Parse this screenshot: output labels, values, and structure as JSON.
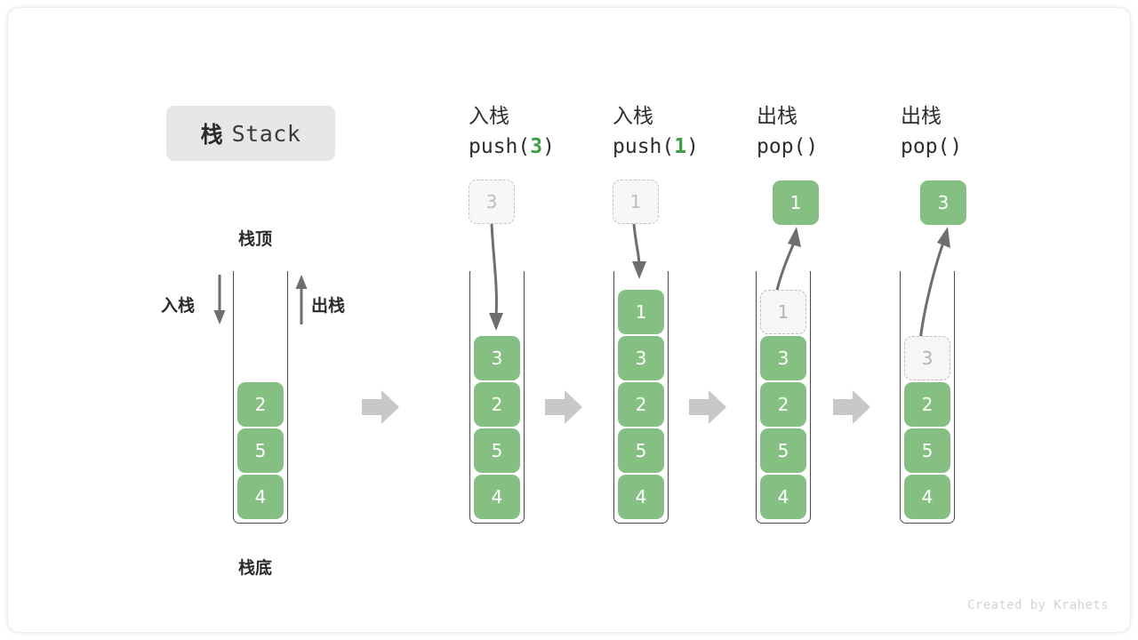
{
  "title": {
    "cn": "栈",
    "en": "Stack"
  },
  "labels": {
    "top": "栈顶",
    "bottom": "栈底",
    "push_side": "入栈",
    "pop_side": "出栈"
  },
  "watermark": "Created by Krahets",
  "colors": {
    "element_green": "#85bf82",
    "accent_green": "#3e9e44",
    "ghost_border": "#bcbcbc",
    "ghost_fill": "#f6f6f6",
    "ghost_text": "#b4b4b4",
    "container_border": "#4a4a4a",
    "flow_arrow": "#c8c8c8",
    "curve_arrow": "#6e6e6e",
    "title_pill_bg": "#e7e7e7",
    "text_dark": "#2b2b2b"
  },
  "columns": [
    {
      "id": "initial",
      "head_line1": "",
      "head_line2": "",
      "head_arg": "",
      "float": null,
      "cells": [
        {
          "value": "2",
          "state": "filled"
        },
        {
          "value": "5",
          "state": "filled"
        },
        {
          "value": "4",
          "state": "filled"
        }
      ]
    },
    {
      "id": "push-3",
      "head_line1": "入栈",
      "head_line2_pre": "push(",
      "head_arg": "3",
      "head_line2_post": ")",
      "float": {
        "value": "3",
        "state": "ghost"
      },
      "arrow_dir": "down",
      "cells": [
        {
          "value": "3",
          "state": "filled"
        },
        {
          "value": "2",
          "state": "filled"
        },
        {
          "value": "5",
          "state": "filled"
        },
        {
          "value": "4",
          "state": "filled"
        }
      ]
    },
    {
      "id": "push-1",
      "head_line1": "入栈",
      "head_line2_pre": "push(",
      "head_arg": "1",
      "head_line2_post": ")",
      "float": {
        "value": "1",
        "state": "ghost"
      },
      "arrow_dir": "down",
      "cells": [
        {
          "value": "1",
          "state": "filled"
        },
        {
          "value": "3",
          "state": "filled"
        },
        {
          "value": "2",
          "state": "filled"
        },
        {
          "value": "5",
          "state": "filled"
        },
        {
          "value": "4",
          "state": "filled"
        }
      ]
    },
    {
      "id": "pop-1",
      "head_line1": "出栈",
      "head_line2_pre": "pop(",
      "head_arg": "",
      "head_line2_post": ")",
      "float": {
        "value": "1",
        "state": "filled"
      },
      "arrow_dir": "up",
      "cells": [
        {
          "value": "1",
          "state": "ghost"
        },
        {
          "value": "3",
          "state": "filled"
        },
        {
          "value": "2",
          "state": "filled"
        },
        {
          "value": "5",
          "state": "filled"
        },
        {
          "value": "4",
          "state": "filled"
        }
      ]
    },
    {
      "id": "pop-3",
      "head_line1": "出栈",
      "head_line2_pre": "pop(",
      "head_arg": "",
      "head_line2_post": ")",
      "float": {
        "value": "3",
        "state": "filled"
      },
      "arrow_dir": "up",
      "cells": [
        {
          "value": "3",
          "state": "ghost"
        },
        {
          "value": "2",
          "state": "filled"
        },
        {
          "value": "5",
          "state": "filled"
        },
        {
          "value": "4",
          "state": "filled"
        }
      ]
    }
  ]
}
